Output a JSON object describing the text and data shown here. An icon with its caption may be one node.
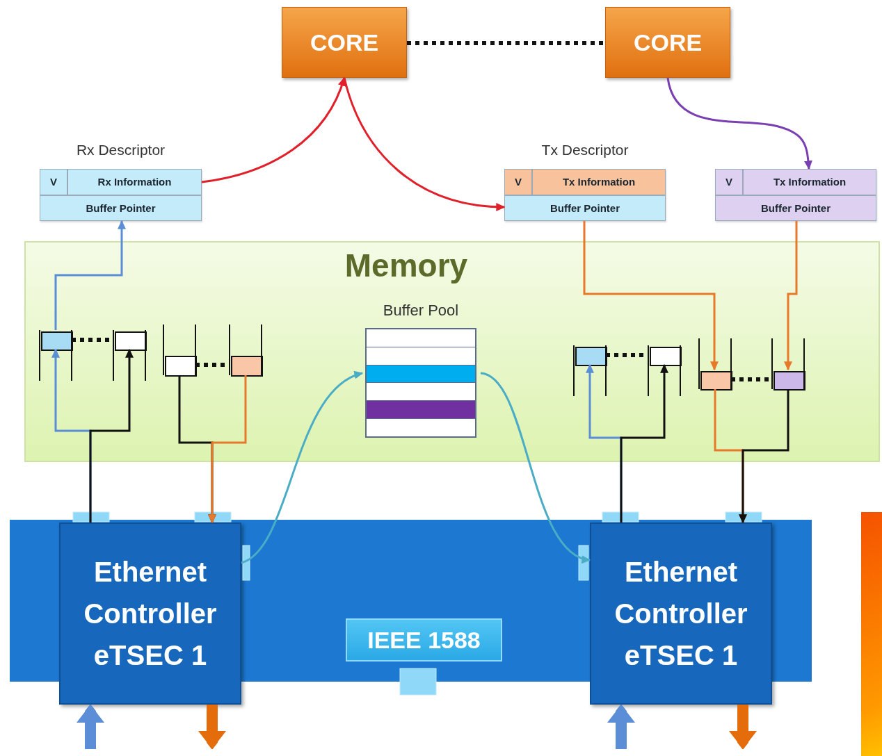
{
  "diagram": {
    "nodes": [
      {
        "text": [
          "CORE"
        ]
      },
      {
        "text": [
          "CORE"
        ]
      },
      {
        "text": [
          "Rx Descriptor",
          "V",
          "Rx Information",
          "Buffer Pointer"
        ]
      },
      {
        "text": [
          "Tx Descriptor",
          "V",
          "Tx Information",
          "Buffer Pointer"
        ]
      },
      {
        "text": [
          "V",
          "Tx Information",
          "Buffer Pointer"
        ]
      },
      {
        "text": [
          "Memory"
        ]
      },
      {
        "text": [
          "Buffer Pool"
        ],
        "in": 5
      },
      {
        "text": [],
        "shape": "box",
        "in": 5
      },
      {
        "text": [],
        "shape": "box",
        "in": 5
      },
      {
        "text": [],
        "shape": "box",
        "in": 5
      },
      {
        "text": [],
        "shape": "box",
        "in": 5
      },
      {
        "text": [],
        "shape": "box",
        "in": 5
      },
      {
        "text": [],
        "shape": "box",
        "in": 5
      },
      {
        "text": [],
        "shape": "box",
        "in": 5
      },
      {
        "text": [],
        "shape": "box",
        "in": 5
      },
      {
        "text": [],
        "shape": "bar"
      },
      {
        "text": [
          "Ethernet Controller eTSEC 1"
        ]
      },
      {
        "text": [
          "Ethernet Controller eTSEC 1"
        ]
      },
      {
        "text": [
          "IEEE 1588"
        ],
        "in": 15
      }
    ],
    "edges": [
      {
        "from": 0,
        "to": 1,
        "arrow": "none",
        "style": "dashed"
      },
      {
        "from": 2,
        "to": 0,
        "arrow": "to",
        "color": "#e0202a"
      },
      {
        "from": 0,
        "to": 3,
        "arrow": "to",
        "color": "#e0202a"
      },
      {
        "from": 1,
        "to": 4,
        "arrow": "to",
        "color": "#7a3fb0"
      },
      {
        "from": 7,
        "to": 2,
        "arrow": "to",
        "color": "#5b8ed6"
      },
      {
        "from": 16,
        "to": 7,
        "arrow": "to",
        "color": "#5b8ed6"
      },
      {
        "from": 16,
        "to": 8,
        "arrow": "to"
      },
      {
        "from": 9,
        "to": 16,
        "arrow": "to"
      },
      {
        "from": 10,
        "to": 16,
        "arrow": "to",
        "color": "#e8782a"
      },
      {
        "from": 17,
        "to": 11,
        "arrow": "to",
        "color": "#5b8ed6"
      },
      {
        "from": 17,
        "to": 12,
        "arrow": "to"
      },
      {
        "from": 3,
        "to": 13,
        "arrow": "to",
        "color": "#e8782a"
      },
      {
        "from": 4,
        "to": 14,
        "arrow": "to",
        "color": "#e8782a"
      },
      {
        "from": 13,
        "to": 17,
        "arrow": "to",
        "color": "#e8782a"
      },
      {
        "from": 14,
        "to": 17,
        "arrow": "to"
      },
      {
        "from": 16,
        "to": 6,
        "arrow": "to",
        "color": "#4bacc6"
      },
      {
        "from": 6,
        "to": 17,
        "arrow": "to",
        "color": "#4bacc6"
      },
      {
        "from": 7,
        "to": 8,
        "arrow": "none",
        "style": "dashed"
      },
      {
        "from": 9,
        "to": 10,
        "arrow": "none",
        "style": "dashed"
      },
      {
        "from": 11,
        "to": 12,
        "arrow": "none",
        "style": "dashed"
      },
      {
        "from": 13,
        "to": 14,
        "arrow": "none",
        "style": "dashed"
      },
      {
        "from": null,
        "to": 16,
        "arrow": "to",
        "style": "thick",
        "color": "#5b8ed6"
      },
      {
        "from": 16,
        "to": null,
        "arrow": "to",
        "style": "thick",
        "color": "#e46c0a"
      },
      {
        "from": null,
        "to": 17,
        "arrow": "to",
        "style": "thick",
        "color": "#5b8ed6"
      },
      {
        "from": 17,
        "to": null,
        "arrow": "to",
        "style": "thick",
        "color": "#e46c0a"
      }
    ]
  }
}
